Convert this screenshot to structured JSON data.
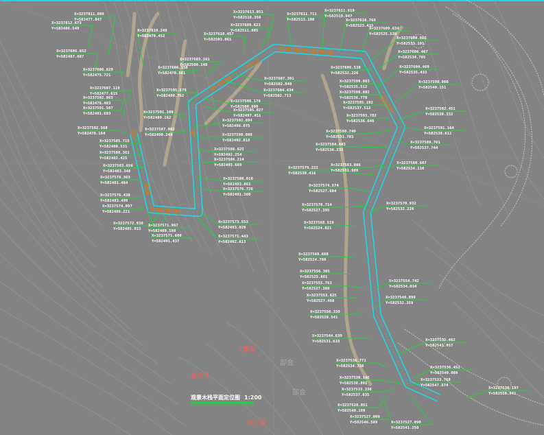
{
  "drawing": {
    "title": "观景木栈平面定位图",
    "scale": "1:200",
    "place_names": [
      "大蓄湖",
      "金沙湾",
      "天仁湖"
    ],
    "faint_labels": [
      "部会",
      "部会"
    ],
    "colors": {
      "background": "#838383",
      "path_outline": "#19d8ea",
      "leader": "#1fd43a",
      "label_text": "#ffffff",
      "place_name": "#ff5a5a",
      "boardwalk_fill": "#c87e2c",
      "stone_trail": "#b2a58e",
      "contour": "#9a9a9a",
      "vegetation": "#c9d9bb"
    }
  },
  "coordinates": [
    {
      "x": "X=3237812.673",
      "y": "Y=582486.549"
    },
    {
      "x": "X=3237811.809",
      "y": "Y=582477.847"
    },
    {
      "x": "X=3237610.248",
      "y": "Y=582479.452"
    },
    {
      "x": "X=3237606.652",
      "y": "Y=582487.667"
    },
    {
      "x": "X=3237606.629",
      "y": "Y=582475.721"
    },
    {
      "x": "X=3237607.119",
      "y": "Y=582477.615"
    },
    {
      "x": "X=3237592.963",
      "y": "Y=582476.483"
    },
    {
      "x": "X=3237591.507",
      "y": "Y=582481.693"
    },
    {
      "x": "X=3237592.568",
      "y": "Y=582478.164"
    },
    {
      "x": "X=3237606.158",
      "y": "Y=582478.581"
    },
    {
      "x": "X=3237603.161",
      "y": "Y=582500.148"
    },
    {
      "x": "X=3237595.579",
      "y": "Y=582480.762"
    },
    {
      "x": "X=3237591.180",
      "y": "Y=582489.162"
    },
    {
      "x": "X=3237587.902",
      "y": "Y=582490.244"
    },
    {
      "x": "X=3237585.715",
      "y": "Y=582480.531"
    },
    {
      "x": "X=3237588.361",
      "y": "Y=582482.425"
    },
    {
      "x": "X=3237583.656",
      "y": "Y=582483.348"
    },
    {
      "x": "X=3237578.363",
      "y": "Y=582481.464"
    },
    {
      "x": "X=3237576.438",
      "y": "Y=582483.499"
    },
    {
      "x": "X=3237574.097",
      "y": "Y=582486.221"
    },
    {
      "x": "X=3237572.938",
      "y": "Y=582485.933"
    },
    {
      "x": "X=3237571.967",
      "y": "Y=582489.580"
    },
    {
      "x": "X=3237571.608",
      "y": "Y=582491.437"
    },
    {
      "x": "X=3237573.553",
      "y": "Y=582493.029"
    },
    {
      "x": "X=3237571.443",
      "y": "Y=582492.613"
    },
    {
      "x": "X=3237576.726",
      "y": "Y=582491.380"
    },
    {
      "x": "X=3237580.010",
      "y": "Y=582493.863"
    },
    {
      "x": "X=3237586.214",
      "y": "Y=582493.669"
    },
    {
      "x": "X=3237586.625",
      "y": "Y=582492.254"
    },
    {
      "x": "X=3237590.908",
      "y": "Y=582492.818"
    },
    {
      "x": "X=3237592.694",
      "y": "Y=582496.075"
    },
    {
      "x": "X=3237595.027",
      "y": "Y=582497.451"
    },
    {
      "x": "X=3237598.179",
      "y": "Y=582500.690"
    },
    {
      "x": "X=3237604.434",
      "y": "Y=582502.713"
    },
    {
      "x": "X=3237607.391",
      "y": "Y=582502.848"
    },
    {
      "x": "X=3237610.457",
      "y": "Y=582503.061"
    },
    {
      "x": "X=3237609.623",
      "y": "Y=582511.005"
    },
    {
      "x": "X=3237613.051",
      "y": "Y=582510.350"
    },
    {
      "x": "X=3237611.711",
      "y": "Y=582513.198"
    },
    {
      "x": "X=3237611.619",
      "y": "Y=582519.947"
    },
    {
      "x": "X=3237610.769",
      "y": "Y=582523.415"
    },
    {
      "x": "X=3237609.634",
      "y": "Y=582525.539"
    },
    {
      "x": "X=3237608.661",
      "y": "Y=582533.191"
    },
    {
      "x": "X=3237606.467",
      "y": "Y=582534.705"
    },
    {
      "x": "X=3237604.469",
      "y": "Y=582535.433"
    },
    {
      "x": "X=3237606.538",
      "y": "Y=582532.226"
    },
    {
      "x": "X=3237599.863",
      "y": "Y=582535.512"
    },
    {
      "x": "X=3237598.602",
      "y": "Y=582536.778"
    },
    {
      "x": "X=3237595.192",
      "y": "Y=582537.512"
    },
    {
      "x": "X=3237598.860",
      "y": "Y=582540.151"
    },
    {
      "x": "X=3237592.451",
      "y": "Y=582538.332"
    },
    {
      "x": "X=3237593.782",
      "y": "Y=582536.648"
    },
    {
      "x": "X=3237591.164",
      "y": "Y=582539.612"
    },
    {
      "x": "X=3237588.740",
      "y": "Y=582531.703"
    },
    {
      "x": "X=3237584.443",
      "y": "Y=582536.235"
    },
    {
      "x": "X=3237589.761",
      "y": "Y=582537.744"
    },
    {
      "x": "X=3237583.086",
      "y": "Y=582531.689"
    },
    {
      "x": "X=3237579.222",
      "y": "Y=582530.416"
    },
    {
      "x": "X=3237580.607",
      "y": "Y=582534.110"
    },
    {
      "x": "X=3237574.574",
      "y": "Y=582527.684"
    },
    {
      "x": "X=3237570.714",
      "y": "Y=582527.395"
    },
    {
      "x": "X=3237570.932",
      "y": "Y=582532.226"
    },
    {
      "x": "X=3237568.519",
      "y": "Y=582524.821"
    },
    {
      "x": "X=3237560.668",
      "y": "Y=582524.709"
    },
    {
      "x": "X=3237556.305",
      "y": "Y=582525.881"
    },
    {
      "x": "X=3237555.763",
      "y": "Y=582527.380"
    },
    {
      "x": "X=3237554.742",
      "y": "Y=582534.034"
    },
    {
      "x": "X=3237553.625",
      "y": "Y=582527.468"
    },
    {
      "x": "X=3237548.899",
      "y": "Y=582532.359"
    },
    {
      "x": "X=3237550.339",
      "y": "Y=582528.541"
    },
    {
      "x": "X=3237544.639",
      "y": "Y=582531.619"
    },
    {
      "x": "X=3237535.462",
      "y": "Y=582541.957"
    },
    {
      "x": "X=3237536.771",
      "y": "Y=582534.728"
    },
    {
      "x": "X=3237536.452",
      "y": "Y=582540.089"
    },
    {
      "x": "X=3237530.145",
      "y": "Y=582538.891"
    },
    {
      "x": "X=3237533.768",
      "y": "Y=582547.674"
    },
    {
      "x": "X=3237533.338",
      "y": "Y=582537.635"
    },
    {
      "x": "X=3237528.851",
      "y": "Y=582540.189"
    },
    {
      "x": "X=3237530.197",
      "y": "Y=582550.941"
    },
    {
      "x": "X=3237527.009",
      "y": "Y=582546.589"
    },
    {
      "x": "X=3237527.090",
      "y": "Y=582541.250"
    }
  ]
}
